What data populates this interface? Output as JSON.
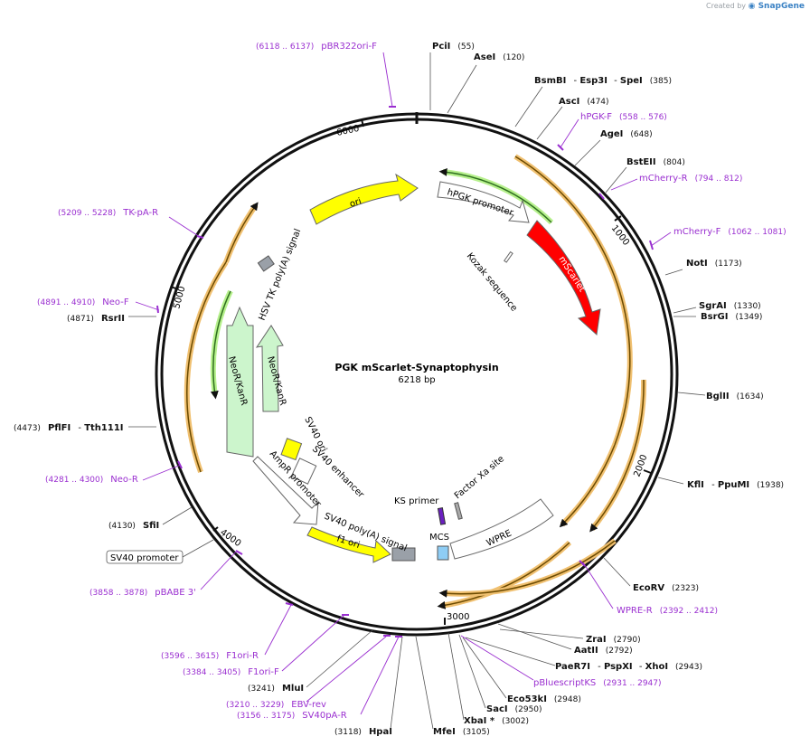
{
  "credit": {
    "prefix": "Created by",
    "brand": "SnapGene"
  },
  "plasmid": {
    "name": "PGK mScarlet-Synaptophysin",
    "size_label": "6218 bp",
    "length": 6218
  },
  "ticks": [
    {
      "label": "1000"
    },
    {
      "label": "2000"
    },
    {
      "label": "3000"
    },
    {
      "label": "4000"
    },
    {
      "label": "5000"
    },
    {
      "label": "6000"
    }
  ],
  "enzymes": [
    {
      "parts": [
        "PciI"
      ],
      "pos": "(55)"
    },
    {
      "parts": [
        "AseI"
      ],
      "pos": "(120)"
    },
    {
      "parts": [
        "BsmBI",
        "Esp3I",
        "SpeI"
      ],
      "pos": "(385)"
    },
    {
      "parts": [
        "AscI"
      ],
      "pos": "(474)"
    },
    {
      "parts": [
        "AgeI"
      ],
      "pos": "(648)"
    },
    {
      "parts": [
        "BstEII"
      ],
      "pos": "(804)"
    },
    {
      "parts": [
        "NotI"
      ],
      "pos": "(1173)"
    },
    {
      "parts": [
        "SgrAI"
      ],
      "pos": "(1330)"
    },
    {
      "parts": [
        "BsrGI"
      ],
      "pos": "(1349)"
    },
    {
      "parts": [
        "BglII"
      ],
      "pos": "(1634)"
    },
    {
      "parts": [
        "KflI",
        "PpuMI"
      ],
      "pos": "(1938)"
    },
    {
      "parts": [
        "EcoRV"
      ],
      "pos": "(2323)"
    },
    {
      "parts": [
        "ZraI"
      ],
      "pos": "(2790)"
    },
    {
      "parts": [
        "AatII"
      ],
      "pos": "(2792)"
    },
    {
      "parts": [
        "PaeR7I",
        "PspXI",
        "XhoI"
      ],
      "pos": "(2943)"
    },
    {
      "parts": [
        "Eco53kI"
      ],
      "pos": "(2948)"
    },
    {
      "parts": [
        "SacI"
      ],
      "pos": "(2950)"
    },
    {
      "parts": [
        "XbaI *"
      ],
      "pos": "(3002)"
    },
    {
      "parts": [
        "MfeI"
      ],
      "pos": "(3105)"
    },
    {
      "parts": [
        "HpaI"
      ],
      "pos": "(3118)"
    },
    {
      "parts": [
        "MluI"
      ],
      "pos": "(3241)"
    },
    {
      "parts": [
        "SfiI"
      ],
      "pos": "(4130)"
    },
    {
      "parts": [
        "PflFI",
        "Tth111I"
      ],
      "pos": "(4473)"
    },
    {
      "parts": [
        "RsrII"
      ],
      "pos": "(4871)"
    }
  ],
  "primers": [
    {
      "name": "pBR322ori-F",
      "range": "(6118 .. 6137)"
    },
    {
      "name": "hPGK-F",
      "range": "(558 .. 576)"
    },
    {
      "name": "mCherry-R",
      "range": "(794 .. 812)"
    },
    {
      "name": "mCherry-F",
      "range": "(1062 .. 1081)"
    },
    {
      "name": "WPRE-R",
      "range": "(2392 .. 2412)"
    },
    {
      "name": "pBluescriptKS",
      "range": "(2931 .. 2947)"
    },
    {
      "name": "EBV-rev",
      "range": "(3210 .. 3229)"
    },
    {
      "name": "SV40pA-R",
      "range": "(3156 .. 3175)"
    },
    {
      "name": "F1ori-F",
      "range": "(3384 .. 3405)"
    },
    {
      "name": "F1ori-R",
      "range": "(3596 .. 3615)"
    },
    {
      "name": "pBABE 3'",
      "range": "(3858 .. 3878)"
    },
    {
      "name": "Neo-R",
      "range": "(4281 .. 4300)"
    },
    {
      "name": "Neo-F",
      "range": "(4891 .. 4910)"
    },
    {
      "name": "TK-pA-R",
      "range": "(5209 .. 5228)"
    }
  ],
  "features": [
    {
      "name": "ori",
      "color": "#ffff00"
    },
    {
      "name": "hPGK promoter",
      "color": "#ffffff"
    },
    {
      "name": "mScarlet",
      "color": "#ff0000"
    },
    {
      "name": "Kozak sequence",
      "color": "#ffffff"
    },
    {
      "name": "HSV TK poly(A) signal",
      "color": "#999999"
    },
    {
      "name": "NeoR/KanR",
      "color": "#ccf5cc"
    },
    {
      "name": "NeoR/KanR",
      "color": "#ccf5cc"
    },
    {
      "name": "SV40 ori",
      "color": "#ffff00"
    },
    {
      "name": "SV40 enhancer",
      "color": "#ffffff"
    },
    {
      "name": "AmpR promoter",
      "color": "#ffffff"
    },
    {
      "name": "SV40 poly(A) signal",
      "color": "#999999"
    },
    {
      "name": "f1 ori",
      "color": "#ffff00"
    },
    {
      "name": "KS primer",
      "color": "#a020f0"
    },
    {
      "name": "Factor Xa site",
      "color": "#999999"
    },
    {
      "name": "MCS",
      "color": "#8ecdf5"
    },
    {
      "name": "WPRE",
      "color": "#ffffff"
    },
    {
      "name": "SV40 promoter",
      "color": "#ffffff"
    }
  ],
  "colors": {
    "primer": "#9a2fd0",
    "orf": "#f0c070",
    "orf_core": "#6b4a00",
    "green_orf": "#2f8f2f"
  }
}
